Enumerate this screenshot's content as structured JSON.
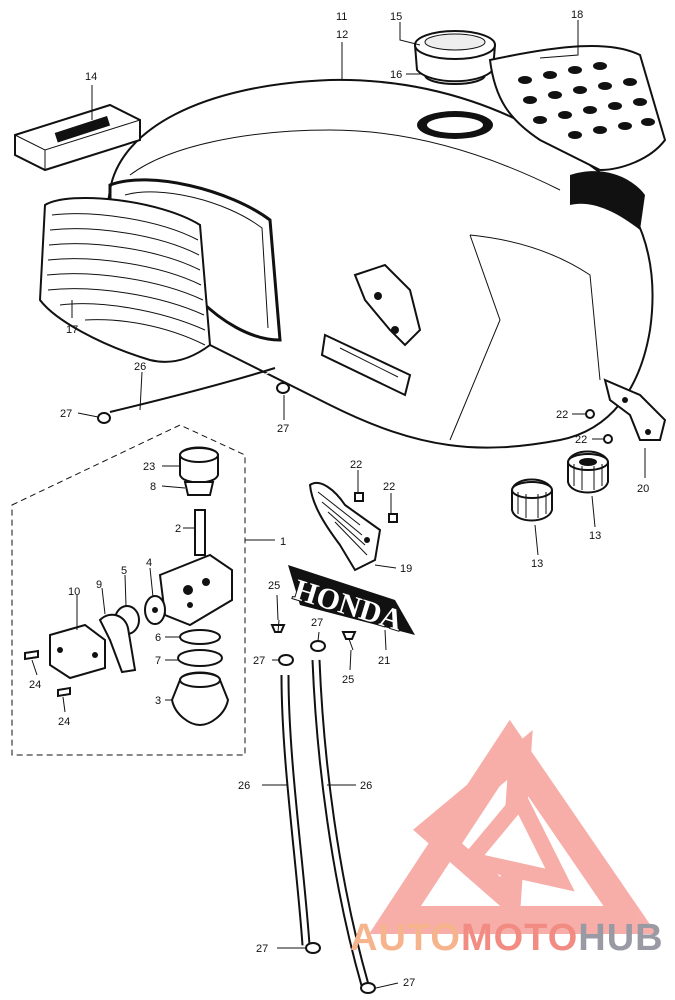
{
  "callouts": {
    "c1": "1",
    "c2": "2",
    "c3": "3",
    "c4": "4",
    "c5": "5",
    "c6": "6",
    "c7": "7",
    "c8": "8",
    "c9": "9",
    "c10": "10",
    "c11": "11",
    "c12": "12",
    "c13a": "13",
    "c13b": "13",
    "c14": "14",
    "c15": "15",
    "c16": "16",
    "c17": "17",
    "c18": "18",
    "c19": "19",
    "c20": "20",
    "c21": "21",
    "c22a": "22",
    "c22b": "22",
    "c22c": "22",
    "c22d": "22",
    "c23": "23",
    "c24a": "24",
    "c24b": "24",
    "c25a": "25",
    "c25b": "25",
    "c26a": "26",
    "c26b": "26",
    "c26c": "26",
    "c27a": "27",
    "c27b": "27",
    "c27c": "27",
    "c27d": "27",
    "c27e": "27",
    "c27f": "27"
  },
  "emblem": {
    "text": "HONDA"
  },
  "watermark": {
    "part1": "AUTO",
    "part2": "MOTO",
    "part3": "HUB",
    "colors": {
      "auto": "#f5b48c",
      "moto": "#f28c82",
      "hub": "#9a9aa4",
      "logo": "#f7a6a0"
    }
  }
}
